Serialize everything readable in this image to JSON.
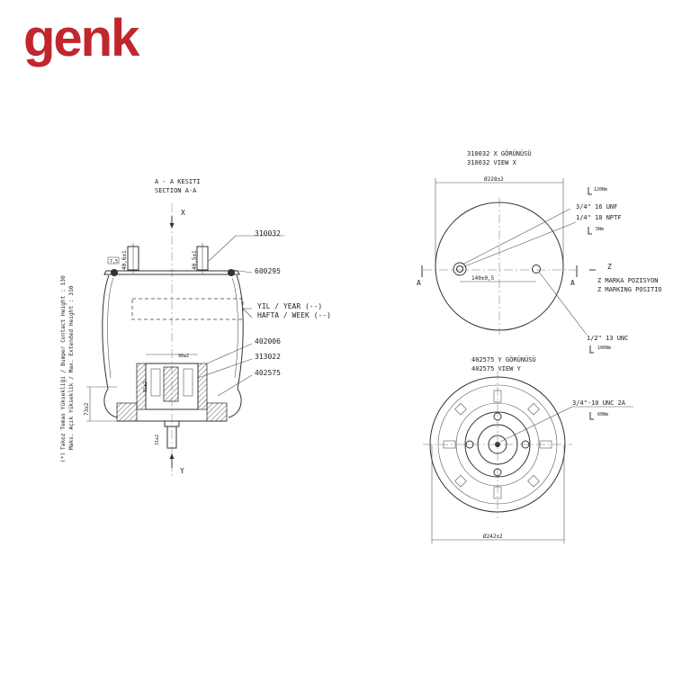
{
  "brand": {
    "logo_text": "genk",
    "logo_color": "#c0272d"
  },
  "section": {
    "title_tr": "A - A KESITI",
    "title_en": "SECTION A-A",
    "x_label": "X",
    "y_label": "Y",
    "dim_top_left": "40,6±1",
    "dim_top_right": "40,5±1",
    "dim_small": "7,5",
    "dim_90": "90±2",
    "dim_81": "81±2",
    "dim_73": "73±2",
    "dim_31": "31±2",
    "height_note_1": "Takoz Temas Yüksekliği / Bumper Contact Height : 130",
    "height_note_2": "Maks. Açık Yükseklik / Max. Extended Height : 310",
    "height_note_mark": "(*)",
    "callouts": [
      "310032",
      "600295",
      "YIL / YEAR (--)",
      "HAFTA / WEEK (--)",
      "402006",
      "313022",
      "402575"
    ]
  },
  "view_x": {
    "title_tr": "310032 X GÖRÜNÜSÜ",
    "title_en": "310032  VIEW X",
    "dia": "Ø228±2",
    "spacing": "140±0,5",
    "a_left": "A",
    "a_right": "A",
    "torque_1": "120Nm",
    "thread_1": "3/4\" 16 UNF",
    "thread_2": "1/4\" 18 NPTF",
    "torque_2": "5Nm",
    "z_label": "Z",
    "z_tr": "Z MARKA POZISYON",
    "z_en": "Z MARKING POSITIO",
    "thread_3": "1/2\" 13 UNC",
    "torque_3": "106Nm"
  },
  "view_y": {
    "title_tr": "402575 Y GÖRÜNÜSÜ",
    "title_en": "402575 VIEW Y",
    "thread": "3/4\"-10 UNC 2A",
    "torque": "60Nm",
    "dia": "Ø242±2"
  }
}
